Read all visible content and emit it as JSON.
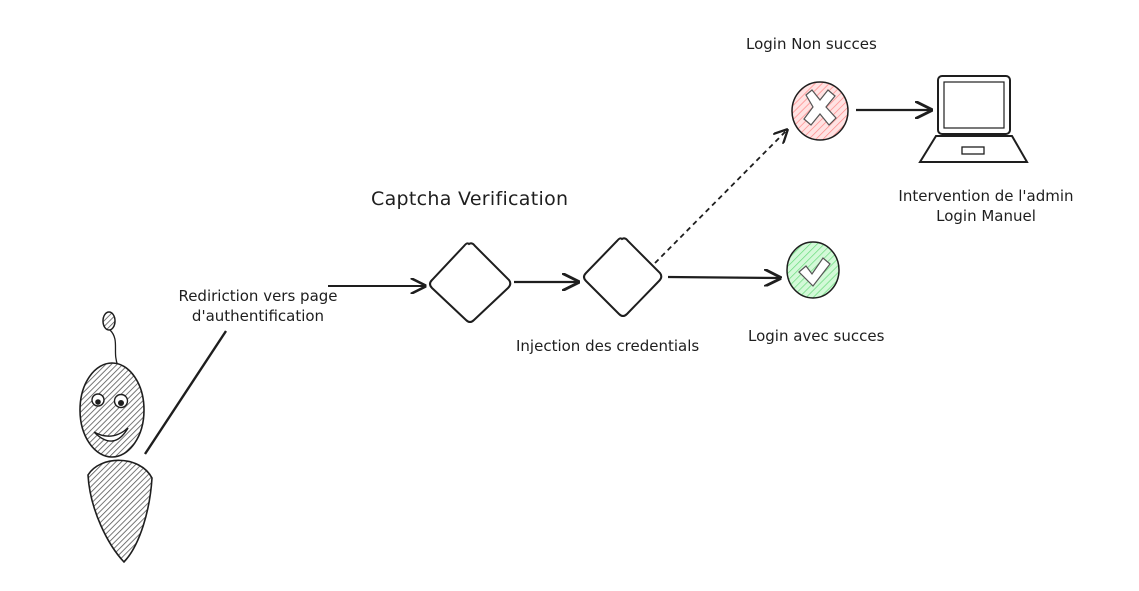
{
  "labels": {
    "redirect_line1": "Rediriction vers page",
    "redirect_line2": "d'authentification",
    "captcha": "Captcha Verification",
    "injection": "Injection des credentials",
    "login_fail": "Login Non succes",
    "login_success": "Login avec succes",
    "admin_line1": "Intervention de l'admin",
    "admin_line2": "Login Manuel"
  },
  "icons": {
    "fail": "x-mark-icon",
    "success": "check-mark-icon",
    "laptop": "laptop-icon",
    "user": "robot-user-icon"
  },
  "colors": {
    "stroke": "#1e1e1e",
    "fail_fill": "#ffc9c9",
    "fail_stroke": "#e03131",
    "success_fill": "#b2f2bb",
    "success_stroke": "#2f9e44"
  }
}
